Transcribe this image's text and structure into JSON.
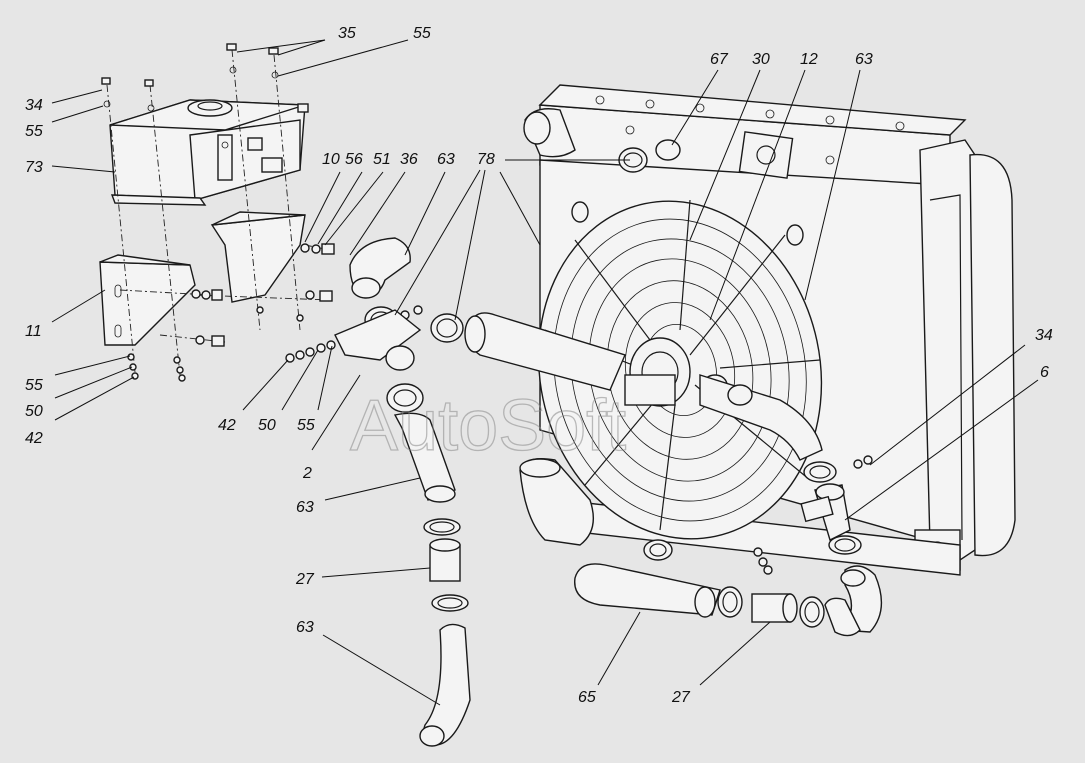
{
  "watermark": "AutoSoft",
  "callouts": [
    {
      "id": "c35",
      "text": "35"
    },
    {
      "id": "c55a",
      "text": "55"
    },
    {
      "id": "c34a",
      "text": "34"
    },
    {
      "id": "c55b",
      "text": "55"
    },
    {
      "id": "c73",
      "text": "73"
    },
    {
      "id": "c10",
      "text": "10"
    },
    {
      "id": "c56",
      "text": "56"
    },
    {
      "id": "c51",
      "text": "51"
    },
    {
      "id": "c36",
      "text": "36"
    },
    {
      "id": "c63a",
      "text": "63"
    },
    {
      "id": "c78",
      "text": "78"
    },
    {
      "id": "c67",
      "text": "67"
    },
    {
      "id": "c30",
      "text": "30"
    },
    {
      "id": "c12",
      "text": "12"
    },
    {
      "id": "c63b",
      "text": "63"
    },
    {
      "id": "c11",
      "text": "11"
    },
    {
      "id": "c55c",
      "text": "55"
    },
    {
      "id": "c50a",
      "text": "50"
    },
    {
      "id": "c42a",
      "text": "42"
    },
    {
      "id": "c42b",
      "text": "42"
    },
    {
      "id": "c50b",
      "text": "50"
    },
    {
      "id": "c55d",
      "text": "55"
    },
    {
      "id": "c2",
      "text": "2"
    },
    {
      "id": "c63c",
      "text": "63"
    },
    {
      "id": "c27a",
      "text": "27"
    },
    {
      "id": "c63d",
      "text": "63"
    },
    {
      "id": "c34b",
      "text": "34"
    },
    {
      "id": "c6",
      "text": "6"
    },
    {
      "id": "c65",
      "text": "65"
    },
    {
      "id": "c27b",
      "text": "27"
    }
  ]
}
